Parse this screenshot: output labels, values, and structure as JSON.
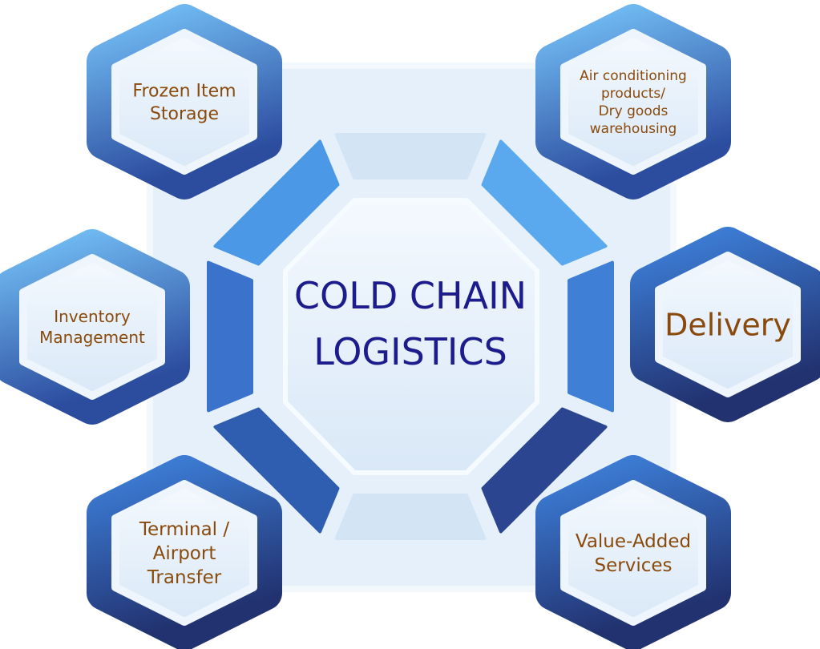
{
  "center": {
    "line1": "COLD CHAIN",
    "line2": "LOGISTICS"
  },
  "nodes": [
    {
      "id": "frozen-item-storage",
      "lines": [
        "Frozen Item",
        "Storage"
      ]
    },
    {
      "id": "air-conditioning",
      "lines": [
        "Air conditioning",
        "products/",
        "Dry goods",
        "warehousing"
      ]
    },
    {
      "id": "inventory-management",
      "lines": [
        "Inventory",
        "Management"
      ]
    },
    {
      "id": "delivery",
      "lines": [
        "Delivery"
      ]
    },
    {
      "id": "terminal-airport-transfer",
      "lines": [
        "Terminal /",
        "Airport",
        "Transfer"
      ]
    },
    {
      "id": "value-added-services",
      "lines": [
        "Value-Added",
        "Services"
      ]
    }
  ],
  "colors": {
    "text": "#8a4a0c",
    "center_text": "#1c1c8c",
    "hex_light": "#6fb8f2",
    "hex_dark": "#273a7c",
    "pale": "#e7f1fb"
  }
}
